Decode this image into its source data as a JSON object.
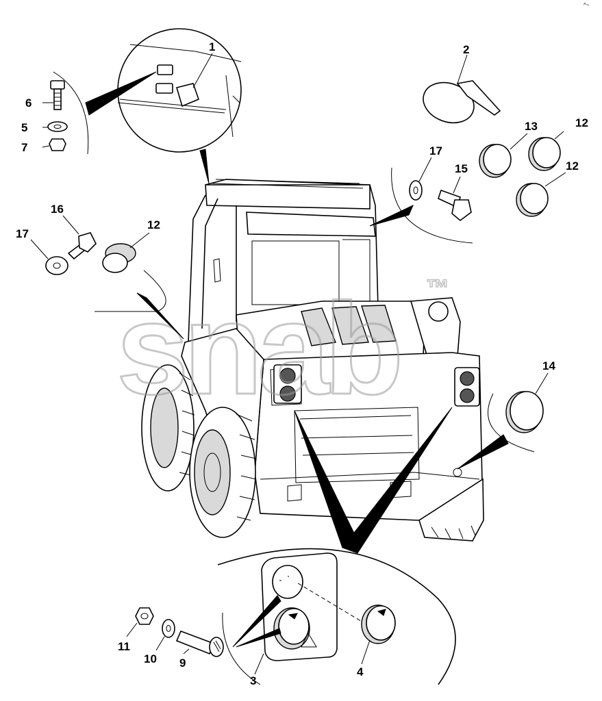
{
  "corner_mark": "^~",
  "watermark": {
    "text": "snab",
    "trademark": "™"
  },
  "callouts": [
    {
      "id": "c1",
      "label": "1"
    },
    {
      "id": "c2",
      "label": "2"
    },
    {
      "id": "c3",
      "label": "3"
    },
    {
      "id": "c4",
      "label": "4"
    },
    {
      "id": "c5",
      "label": "5"
    },
    {
      "id": "c6",
      "label": "6"
    },
    {
      "id": "c7",
      "label": "7"
    },
    {
      "id": "c9",
      "label": "9"
    },
    {
      "id": "c10",
      "label": "10"
    },
    {
      "id": "c11",
      "label": "11"
    },
    {
      "id": "c12a",
      "label": "12"
    },
    {
      "id": "c12b",
      "label": "12"
    },
    {
      "id": "c12c",
      "label": "12"
    },
    {
      "id": "c13",
      "label": "13"
    },
    {
      "id": "c14",
      "label": "14"
    },
    {
      "id": "c15",
      "label": "15"
    },
    {
      "id": "c16",
      "label": "16"
    },
    {
      "id": "c17a",
      "label": "17"
    },
    {
      "id": "c17b",
      "label": "17"
    }
  ],
  "colors": {
    "line": "#000000",
    "watermark": "#9a9a9a",
    "fill_grey": "#d9d9d9"
  }
}
